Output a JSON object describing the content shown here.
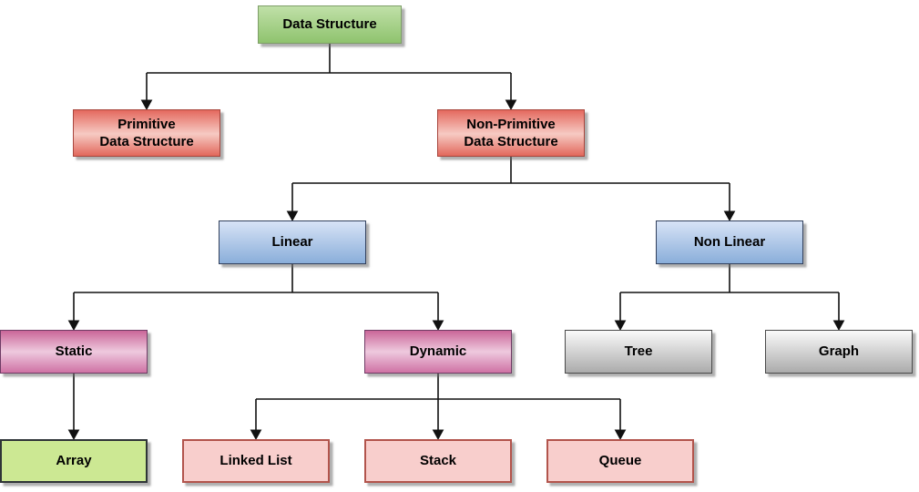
{
  "diagram": {
    "type": "flowchart-tree",
    "nodes": {
      "data_structure": {
        "label": "Data Structure",
        "fill": "#9ccd7e",
        "level": 0
      },
      "primitive": {
        "label": "Primitive\nData Structure",
        "fill": "#ea7a6f",
        "level": 1
      },
      "non_primitive": {
        "label": "Non-Primitive\nData Structure",
        "fill": "#ea7a6f",
        "level": 1
      },
      "linear": {
        "label": "Linear",
        "fill": "#a9c4e8",
        "level": 2
      },
      "non_linear": {
        "label": "Non Linear",
        "fill": "#a9c4e8",
        "level": 2
      },
      "static": {
        "label": "Static",
        "fill": "#d887b1",
        "level": 3
      },
      "dynamic": {
        "label": "Dynamic",
        "fill": "#d887b1",
        "level": 3
      },
      "tree": {
        "label": "Tree",
        "fill": "#d4d4d4",
        "level": 3
      },
      "graph": {
        "label": "Graph",
        "fill": "#d4d4d4",
        "level": 3
      },
      "array": {
        "label": "Array",
        "fill": "#cce893",
        "level": 4
      },
      "linked_list": {
        "label": "Linked List",
        "fill": "#f8cecc",
        "level": 4
      },
      "stack": {
        "label": "Stack",
        "fill": "#f8cecc",
        "level": 4
      },
      "queue": {
        "label": "Queue",
        "fill": "#f8cecc",
        "level": 4
      }
    },
    "edges": [
      {
        "from": "data_structure",
        "to": "primitive"
      },
      {
        "from": "data_structure",
        "to": "non_primitive"
      },
      {
        "from": "non_primitive",
        "to": "linear"
      },
      {
        "from": "non_primitive",
        "to": "non_linear"
      },
      {
        "from": "linear",
        "to": "static"
      },
      {
        "from": "linear",
        "to": "dynamic"
      },
      {
        "from": "non_linear",
        "to": "tree"
      },
      {
        "from": "non_linear",
        "to": "graph"
      },
      {
        "from": "static",
        "to": "array"
      },
      {
        "from": "dynamic",
        "to": "linked_list"
      },
      {
        "from": "dynamic",
        "to": "stack"
      },
      {
        "from": "dynamic",
        "to": "queue"
      }
    ],
    "palette": {
      "background": "#ffffff",
      "connector": "#111111",
      "green_border": "#7e9e68",
      "red_border": "#a8453c",
      "blue_border": "#32405c",
      "pink_border": "#6f3c65",
      "gray_border": "#4a4a4a",
      "lime_border": "#2f3437",
      "rose_border": "#b2544c",
      "text": "#000000"
    }
  }
}
